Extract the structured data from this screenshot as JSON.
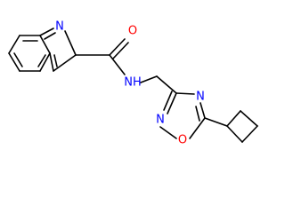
{
  "atoms": {
    "indole_n": "N",
    "carbonyl_o": "O",
    "amide_nh": "NH",
    "ring_n_top": "N",
    "ring_n_left": "N",
    "ring_o": "O"
  },
  "colors": {
    "bond": "#000000",
    "nitrogen": "#0000ff",
    "oxygen": "#ff0000",
    "background": "#ffffff"
  }
}
